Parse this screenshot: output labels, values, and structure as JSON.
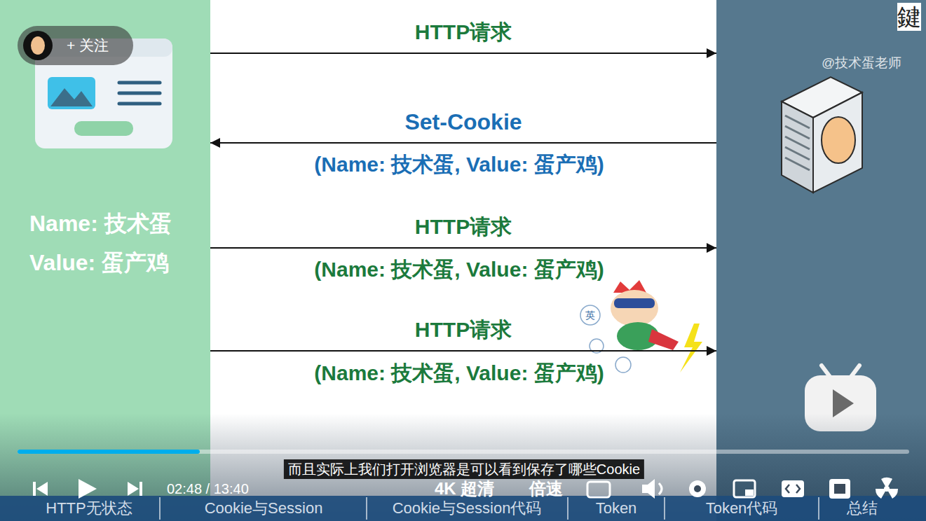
{
  "diagram": {
    "nodes": [
      {
        "text": [
          "Name: 技术蛋",
          "Value: 蛋产鸡"
        ]
      },
      {
        "text": [
          "@技术蛋老师"
        ]
      }
    ],
    "edges": [
      {
        "from": 0,
        "to": 1,
        "arrow": "to",
        "label": "HTTP请求"
      },
      {
        "from": 1,
        "to": 0,
        "arrow": "to",
        "label": "Set-Cookie"
      },
      {
        "from": 0,
        "to": 1,
        "arrow": "to",
        "label": "HTTP请求"
      },
      {
        "from": 0,
        "to": 1,
        "arrow": "to",
        "label": "HTTP请求"
      }
    ],
    "labels": [
      "+ 关注",
      "(Name: 技术蛋, Value: 蛋产鸡)",
      "(Name: 技术蛋, Value: 蛋产鸡)",
      "(Name: 技术蛋, Value: 蛋产鸡)",
      "英",
      "鍵",
      "而且实际上我们打开浏览器是可以看到保存了哪些Cookie",
      "02:48 / 13:40",
      "4K 超清",
      "倍速",
      "HTTP无状态",
      "Cookie与Session",
      "Cookie与Session代码",
      "Token",
      "Token代码",
      "总结"
    ]
  }
}
